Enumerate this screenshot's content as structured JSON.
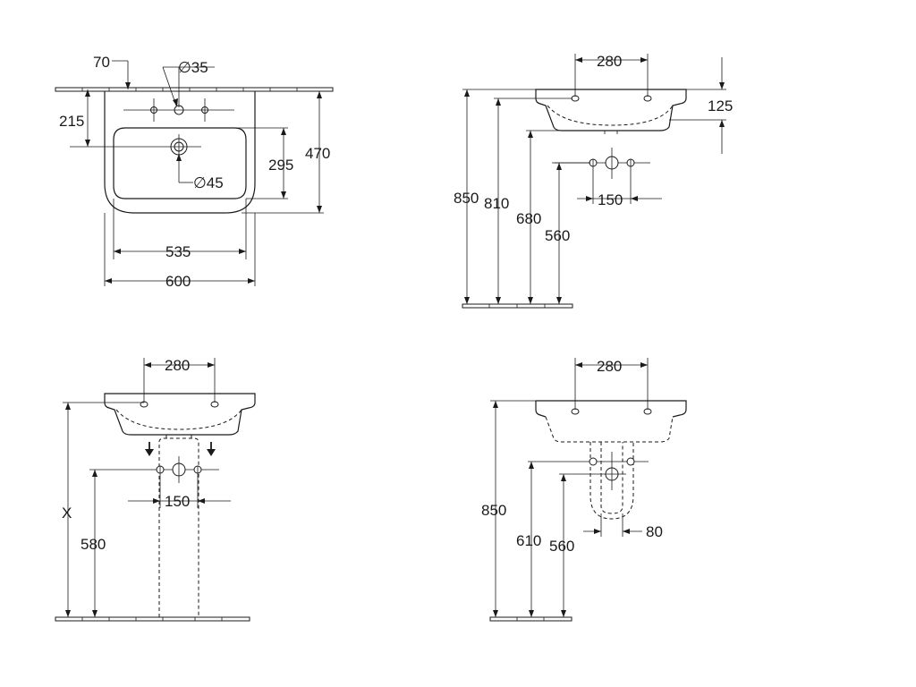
{
  "top_view": {
    "dim_70": "70",
    "dim_hole": "∅35",
    "dim_215": "215",
    "dim_drain": "∅45",
    "dim_295": "295",
    "dim_470": "470",
    "dim_535": "535",
    "dim_600": "600"
  },
  "side_view": {
    "dim_280": "280",
    "dim_125": "125",
    "dim_850": "850",
    "dim_810": "810",
    "dim_680": "680",
    "dim_560": "560",
    "dim_150": "150"
  },
  "pedestal_view": {
    "dim_280": "280",
    "dim_x": "X",
    "dim_580": "580",
    "dim_150": "150"
  },
  "semi_pedestal_view": {
    "dim_280": "280",
    "dim_850": "850",
    "dim_610": "610",
    "dim_560": "560",
    "dim_80": "80"
  }
}
